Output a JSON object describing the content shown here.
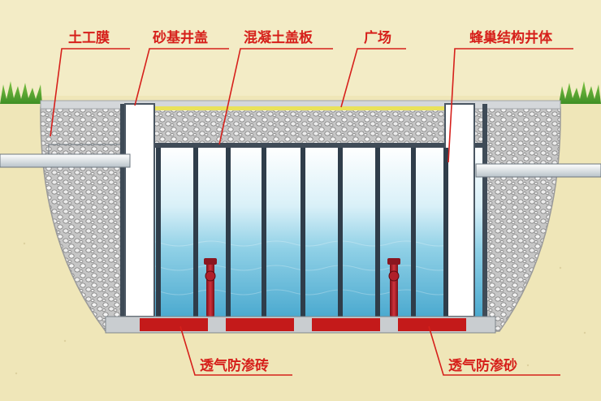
{
  "labels": {
    "geotextile": "土工膜",
    "sand_well_cover": "砂基井盖",
    "concrete_cover": "混凝土盖板",
    "plaza": "广场",
    "honeycomb_well": "蜂巢结构井体",
    "permeable_brick": "透气防渗砖",
    "permeable_sand": "透气防渗砂"
  },
  "colors": {
    "label_red": "#d6201b",
    "soil": "#eee4b4",
    "gravel": "#c9c9c9",
    "water": "#8fd0e6",
    "yellow_layer": "#e9e25a",
    "pump": "#b0202a"
  }
}
